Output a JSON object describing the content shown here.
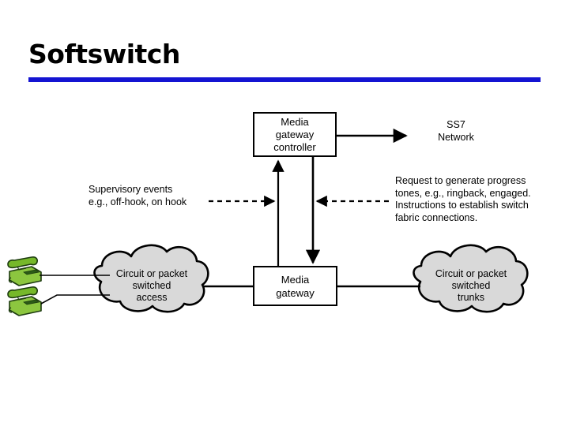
{
  "slide": {
    "title": "Softswitch",
    "accent_color": "#1414d2",
    "background": "#ffffff",
    "line_color": "#000000",
    "cloud_fill": "#d9d9d9",
    "phone_color": "#76b82a"
  },
  "diagram": {
    "type": "network-architecture",
    "nodes": {
      "media_gateway_controller": {
        "label": "Media\ngateway\ncontroller",
        "line1": "Media",
        "line2": "gateway",
        "line3": "controller",
        "shape": "rectangle"
      },
      "media_gateway": {
        "label": "Media\ngateway",
        "line1": "Media",
        "line2": "gateway",
        "shape": "rectangle"
      },
      "access_cloud": {
        "line1": "Circuit or packet",
        "line2": "switched",
        "line3": "access",
        "shape": "cloud"
      },
      "trunks_cloud": {
        "line1": "Circuit or packet",
        "line2": "switched",
        "line3": "trunks",
        "shape": "cloud"
      },
      "ss7_network": {
        "line1": "SS7",
        "line2": "Network",
        "shape": "text"
      }
    },
    "annotations": {
      "supervisory": {
        "line1": "Supervisory events",
        "line2": "e.g., off-hook, on hook"
      },
      "request": {
        "line1": "Request to generate progress",
        "line2": "tones, e.g., ringback, engaged.",
        "line3": "Instructions to establish switch",
        "line4": "fabric connections."
      }
    },
    "icons": {
      "phone_top": "telephone-icon",
      "phone_bottom": "telephone-icon"
    },
    "connectors": [
      {
        "name": "controller-to-ss7",
        "style": "solid",
        "arrow": "end"
      },
      {
        "name": "gateway-to-controller",
        "style": "solid",
        "arrow": "end"
      },
      {
        "name": "controller-to-gateway",
        "style": "solid",
        "arrow": "end"
      },
      {
        "name": "supervisory-events-flow",
        "style": "dashed",
        "arrow": "end"
      },
      {
        "name": "request-instructions-flow",
        "style": "dashed",
        "arrow": "end"
      },
      {
        "name": "access-cloud-to-gateway",
        "style": "solid",
        "arrow": "none"
      },
      {
        "name": "gateway-to-trunks-cloud",
        "style": "solid",
        "arrow": "none"
      },
      {
        "name": "phone-top-to-access-cloud",
        "style": "solid",
        "arrow": "none"
      },
      {
        "name": "phone-bottom-to-access-cloud",
        "style": "solid",
        "arrow": "none"
      }
    ]
  }
}
